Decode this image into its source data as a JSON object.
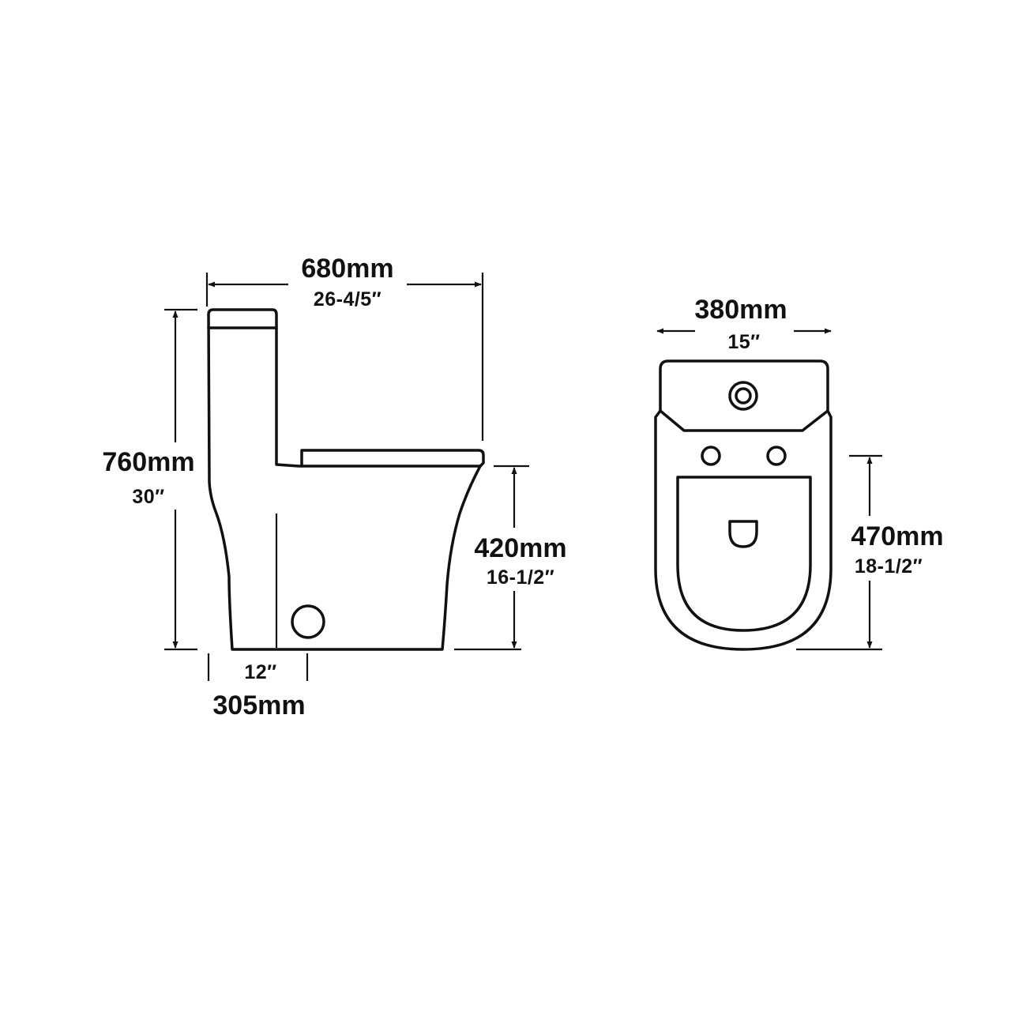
{
  "views": {
    "side": {
      "overall_length": {
        "mm": "680mm",
        "inch": "26-4/5″"
      },
      "overall_height": {
        "mm": "760mm",
        "inch": "30″"
      },
      "seat_height": {
        "mm": "420mm",
        "inch": "16-1/2″"
      },
      "rough_in": {
        "mm": "305mm",
        "inch": "12″"
      }
    },
    "top": {
      "width": {
        "mm": "380mm",
        "inch": "15″"
      },
      "bowl_length": {
        "mm": "470mm",
        "inch": "18-1/2″"
      }
    }
  }
}
